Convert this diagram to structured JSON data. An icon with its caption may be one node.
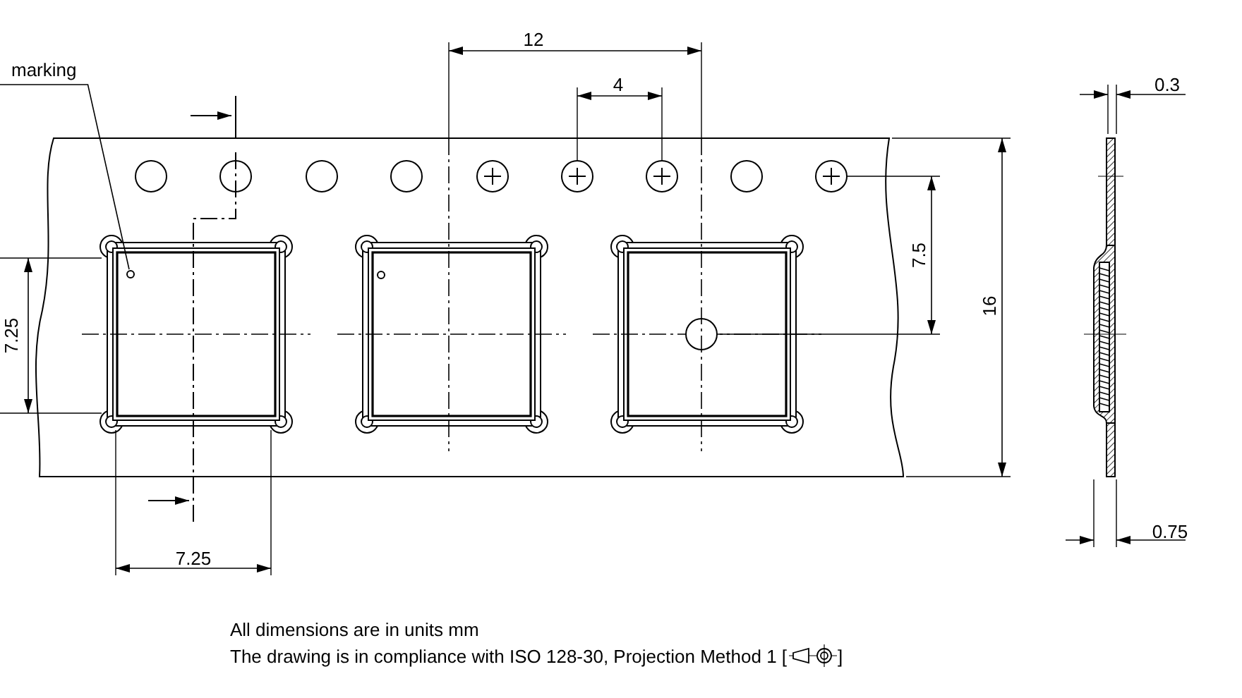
{
  "diagram": {
    "nodes": [
      {
        "text": [
          "marking"
        ]
      },
      {
        "text": [],
        "shape": "circle"
      }
    ],
    "edges": [
      {
        "from": 0,
        "to": 1,
        "arrow": "none"
      }
    ],
    "labels": [
      "12",
      "4",
      "7.25",
      "7.5",
      "16",
      "0.3",
      "7.25",
      "0.75",
      "All dimensions are in units mm",
      "The drawing is in compliance with ISO 128-30, Projection Method 1 [",
      "]"
    ]
  }
}
